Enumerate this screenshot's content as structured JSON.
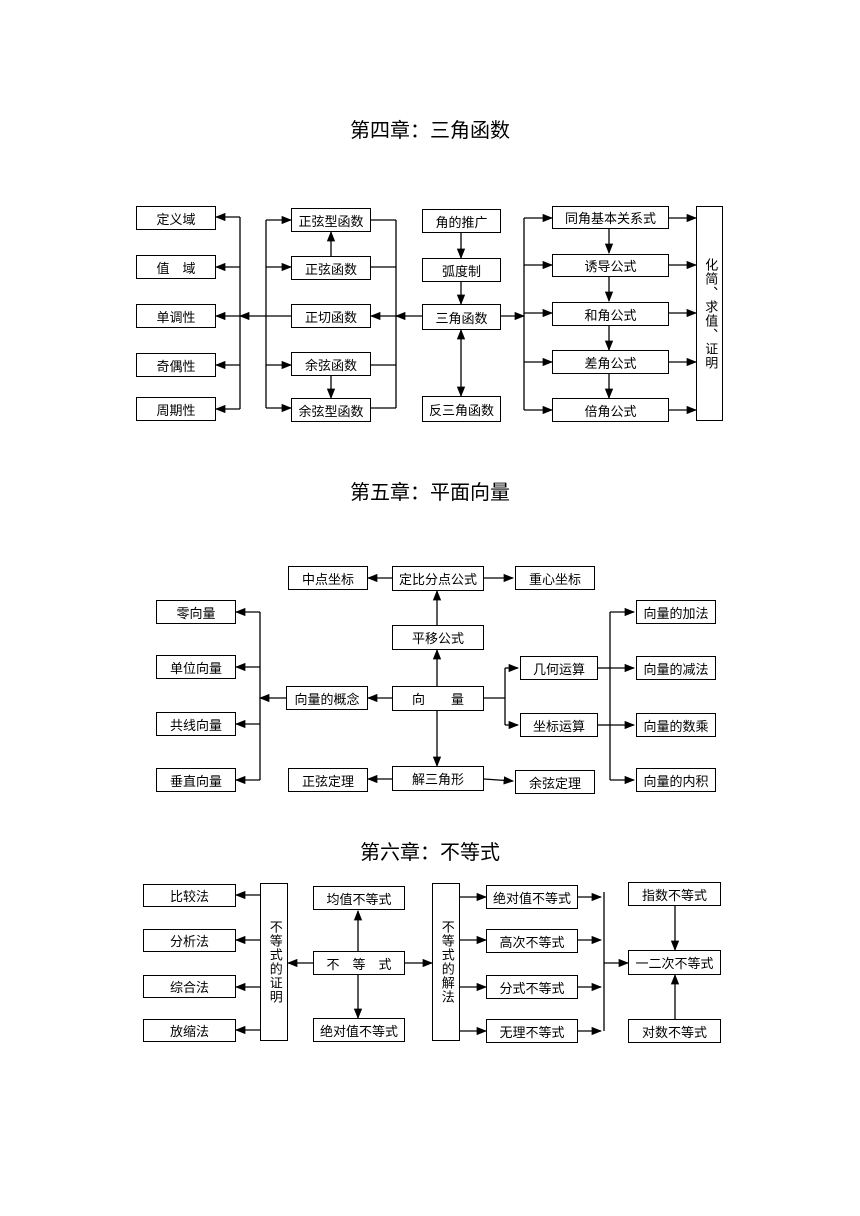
{
  "colors": {
    "line": "#000000",
    "background": "#ffffff"
  },
  "chapters": {
    "ch4": {
      "title": "第四章：三角函数",
      "props": [
        "定义域",
        "值　域",
        "单调性",
        "奇偶性",
        "周期性"
      ],
      "funcs": {
        "sine_type": "正弦型函数",
        "sine": "正弦函数",
        "tangent": "正切函数",
        "cosine": "余弦函数",
        "cosine_type": "余弦型函数"
      },
      "center": {
        "angle_ext": "角的推广",
        "radian": "弧度制",
        "trig": "三角函数",
        "inverse": "反三角函数"
      },
      "formulas": [
        "同角基本关系式",
        "诱导公式",
        "和角公式",
        "差角公式",
        "倍角公式"
      ],
      "result": "化简、求值、证明"
    },
    "ch5": {
      "title": "第五章：平面向量",
      "left": [
        "零向量",
        "单位向量",
        "共线向量",
        "垂直向量"
      ],
      "concept": "向量的概念",
      "vector": "向　　量",
      "translation": "平移公式",
      "ratio": "定比分点公式",
      "midpoint": "中点坐标",
      "centroid": "重心坐标",
      "ops": {
        "geometric": "几何运算",
        "coordinate": "坐标运算"
      },
      "right": [
        "向量的加法",
        "向量的减法",
        "向量的数乘",
        "向量的内积"
      ],
      "triangle": "解三角形",
      "sine_law": "正弦定理",
      "cosine_law": "余弦定理"
    },
    "ch6": {
      "title": "第六章：不等式",
      "proof_methods": [
        "比较法",
        "分析法",
        "综合法",
        "放缩法"
      ],
      "proof": "不等式的证明",
      "inequality": "不　等　式",
      "mean": "均值不等式",
      "absolute": "绝对值不等式",
      "solution": "不等式的解法",
      "types": [
        "绝对值不等式",
        "高次不等式",
        "分式不等式",
        "无理不等式"
      ],
      "exponential": "指数不等式",
      "quadratic": "一二次不等式",
      "logarithmic": "对数不等式"
    }
  }
}
